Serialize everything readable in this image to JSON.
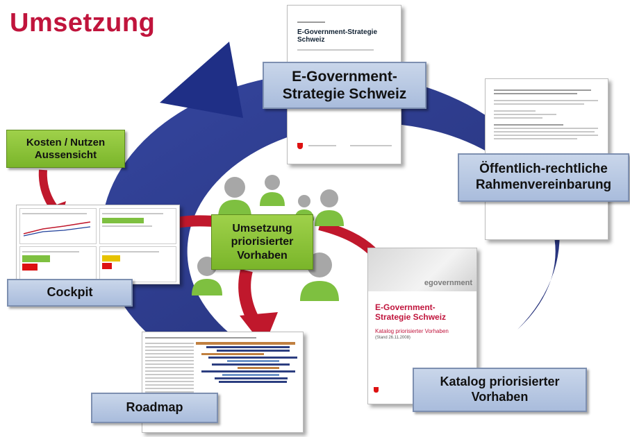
{
  "title": "Umsetzung",
  "colors": {
    "title": "#c0143c",
    "ring": "#1f2f86",
    "arrow_red": "#c0182c",
    "box_blue": "#b9c8e3",
    "box_green": "#8cc63f"
  },
  "boxes": {
    "egov": "E-Government-\nStrategie Schweiz",
    "oeff": "Öffentlich-rechtliche\nRahmenvereinbarung",
    "katalog": "Katalog priorisierter\nVorhaben",
    "roadmap": "Roadmap",
    "cockpit": "Cockpit",
    "kosten": "Kosten / Nutzen\nAussensicht",
    "center": "Umsetzung\npriorisierter\nVorhaben"
  },
  "documents": {
    "egov_doc": {
      "title": "E-Government-Strategie\nSchweiz"
    },
    "katalog_doc": {
      "brand": "egovernment",
      "title": "E-Government-\nStrategie Schweiz",
      "subtitle": "Katalog priorisierter Vorhaben",
      "date": "(Stand 26.11.2008)"
    }
  },
  "icons": [
    "people-group-icon",
    "swiss-coat-of-arms-icon"
  ]
}
